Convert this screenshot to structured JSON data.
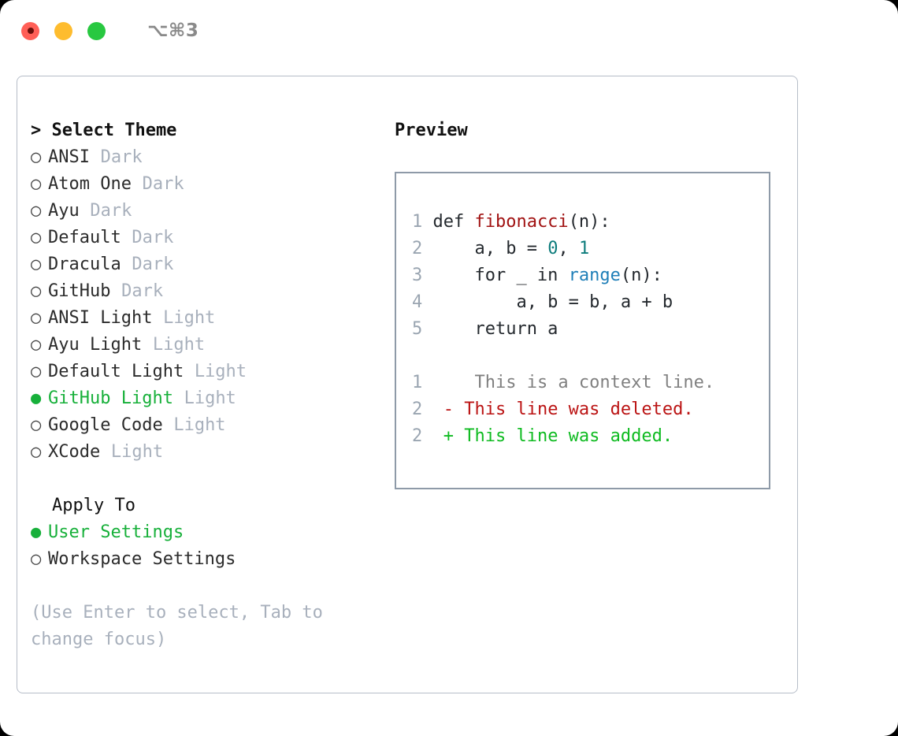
{
  "titlebar": {
    "shortcut": "⌥⌘3",
    "buttons": [
      {
        "name": "close",
        "color": "#ff5f57"
      },
      {
        "name": "minimize",
        "color": "#febc2e"
      },
      {
        "name": "maximize",
        "color": "#28c840"
      }
    ]
  },
  "theme_picker": {
    "header": "> Select Theme",
    "selected_theme": "GitHub Light",
    "items": [
      {
        "bullet": "○",
        "name": "ANSI",
        "variant": "Dark",
        "selected": false
      },
      {
        "bullet": "○",
        "name": "Atom One",
        "variant": "Dark",
        "selected": false
      },
      {
        "bullet": "○",
        "name": "Ayu",
        "variant": "Dark",
        "selected": false
      },
      {
        "bullet": "○",
        "name": "Default",
        "variant": "Dark",
        "selected": false
      },
      {
        "bullet": "○",
        "name": "Dracula",
        "variant": "Dark",
        "selected": false
      },
      {
        "bullet": "○",
        "name": "GitHub",
        "variant": "Dark",
        "selected": false
      },
      {
        "bullet": "○",
        "name": "ANSI Light",
        "variant": "Light",
        "selected": false
      },
      {
        "bullet": "○",
        "name": "Ayu Light",
        "variant": "Light",
        "selected": false
      },
      {
        "bullet": "○",
        "name": "Default Light",
        "variant": "Light",
        "selected": false
      },
      {
        "bullet": "●",
        "name": "GitHub Light",
        "variant": "Light",
        "selected": true
      },
      {
        "bullet": "○",
        "name": "Google Code",
        "variant": "Light",
        "selected": false
      },
      {
        "bullet": "○",
        "name": "XCode",
        "variant": "Light",
        "selected": false
      }
    ]
  },
  "apply_to": {
    "header": "Apply To",
    "selected_option": "User Settings",
    "options": [
      {
        "bullet": "●",
        "name": "User Settings",
        "selected": true
      },
      {
        "bullet": "○",
        "name": "Workspace Settings",
        "selected": false
      }
    ]
  },
  "hint": "(Use Enter to select, Tab to change focus)",
  "preview": {
    "title": "Preview",
    "code_lines": [
      {
        "no": "1",
        "tokens": [
          {
            "t": "def ",
            "c": "plain"
          },
          {
            "t": "fibonacci",
            "c": "func"
          },
          {
            "t": "(n):",
            "c": "plain"
          }
        ]
      },
      {
        "no": "2",
        "tokens": [
          {
            "t": "    a, b = ",
            "c": "plain"
          },
          {
            "t": "0",
            "c": "num"
          },
          {
            "t": ", ",
            "c": "plain"
          },
          {
            "t": "1",
            "c": "num"
          }
        ]
      },
      {
        "no": "3",
        "tokens": [
          {
            "t": "    for _ in ",
            "c": "plain"
          },
          {
            "t": "range",
            "c": "built"
          },
          {
            "t": "(n):",
            "c": "plain"
          }
        ]
      },
      {
        "no": "4",
        "tokens": [
          {
            "t": "        a, b = b, a + b",
            "c": "plain"
          }
        ]
      },
      {
        "no": "5",
        "tokens": [
          {
            "t": "    return a",
            "c": "plain"
          }
        ]
      }
    ],
    "diff_lines": [
      {
        "no": "1",
        "marker": " ",
        "text": "  This is a context line.",
        "kind": "ctx"
      },
      {
        "no": "2",
        "marker": "-",
        "text": " This line was deleted.",
        "kind": "del"
      },
      {
        "no": "2",
        "marker": "+",
        "text": " This line was added.",
        "kind": "add"
      }
    ]
  }
}
